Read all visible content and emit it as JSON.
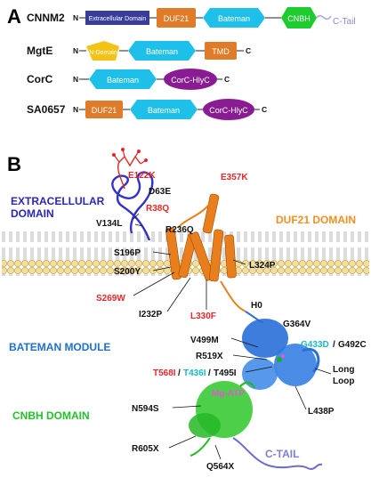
{
  "panel_a": {
    "label": "A",
    "proteins": [
      {
        "name": "CNNM2",
        "n": "N",
        "domains": [
          {
            "label": "Extracellular Domain",
            "color": "#3a3d98"
          },
          {
            "label": "DUF21",
            "color": "#e07b2a"
          },
          {
            "label": "Bateman",
            "color": "#1ec0ea"
          },
          {
            "label": "CNBH",
            "color": "#1fcc2f"
          }
        ],
        "tail": "C-Tail"
      },
      {
        "name": "MgtE",
        "n": "N",
        "c": "C",
        "domains": [
          {
            "label": "N-Domain",
            "color": "#f2c214"
          },
          {
            "label": "Bateman",
            "color": "#1ec0ea"
          },
          {
            "label": "TMD",
            "color": "#e07b2a"
          }
        ]
      },
      {
        "name": "CorC",
        "n": "N",
        "c": "C",
        "domains": [
          {
            "label": "Bateman",
            "color": "#1ec0ea"
          },
          {
            "label": "CorC-HlyC",
            "color": "#8a1c93"
          }
        ]
      },
      {
        "name": "SA0657",
        "n": "N",
        "c": "C",
        "domains": [
          {
            "label": "DUF21",
            "color": "#e07b2a"
          },
          {
            "label": "Bateman",
            "color": "#1ec0ea"
          },
          {
            "label": "CorC-HlyC",
            "color": "#8a1c93"
          }
        ]
      }
    ]
  },
  "panel_b": {
    "label": "B",
    "regions": {
      "extracellular": {
        "line1": "EXTRACELLULAR",
        "line2": "DOMAIN",
        "color": "#2a28b0"
      },
      "duf21": {
        "text": "DUF21 DOMAIN",
        "color": "#f09022"
      },
      "bateman": {
        "text": "BATEMAN MODULE",
        "color": "#1e6fd0"
      },
      "cnbh": {
        "text": "CNBH DOMAIN",
        "color": "#22c22a"
      },
      "ctail": {
        "text": "C-TAIL",
        "color": "#7f7fd4"
      }
    },
    "mutations": {
      "e122k": "E122K",
      "d63e": "D63E",
      "r38q": "R38Q",
      "v134l": "V134L",
      "e357k": "E357K",
      "r236q": "R236Q",
      "s196p": "S196P",
      "s200y": "S200Y",
      "l324p": "L324P",
      "s269w": "S269W",
      "i232p": "I232P",
      "l330f": "L330F",
      "h0": "H0",
      "g364v": "G364V",
      "v499m": "V499M",
      "g433d": "G433D",
      "g433_sep": "/",
      "g492c": "G492C",
      "r519x": "R519X",
      "t568i": "T568I",
      "t436i": "T436I",
      "t495i": "T495I",
      "slash": "/",
      "long_loop_1": "Long",
      "long_loop_2": "Loop",
      "mg_atp": "Mg-ATP",
      "n594s": "N594S",
      "l438p": "L438P",
      "r605x": "R605X",
      "q564x": "Q564X"
    },
    "colors": {
      "red": "#e8262a",
      "cyan": "#18b8c8",
      "pink": "#e05ad0",
      "black": "#111111"
    }
  }
}
